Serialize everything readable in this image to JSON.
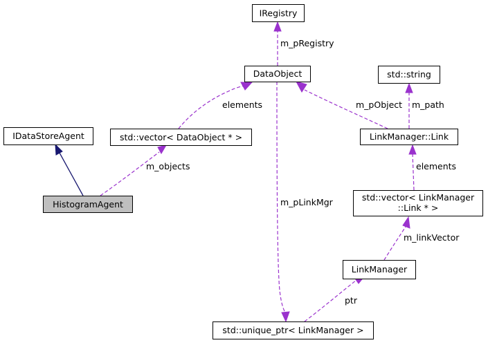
{
  "nodes": {
    "iregistry": "IRegistry",
    "dataobject": "DataObject",
    "stdstring": "std::string",
    "idatastoreagent": "IDataStoreAgent",
    "vector_dataobject": "std::vector< DataObject * >",
    "link": "LinkManager::Link",
    "histogramagent": "HistogramAgent",
    "vector_link_line1": "std::vector< LinkManager",
    "vector_link_line2": "::Link * >",
    "linkmanager": "LinkManager",
    "unique_ptr": "std::unique_ptr< LinkManager >"
  },
  "edges": {
    "m_pRegistry": "m_pRegistry",
    "elements_1": "elements",
    "m_pObject": "m_pObject",
    "m_path": "m_path",
    "m_objects": "m_objects",
    "elements_2": "elements",
    "m_pLinkMgr": "m_pLinkMgr",
    "m_linkVector": "m_linkVector",
    "ptr": "ptr"
  },
  "colors": {
    "usage_edge": "#9a32cd",
    "inheritance_edge": "#191970",
    "highlight_fill": "#bfbfbf"
  }
}
